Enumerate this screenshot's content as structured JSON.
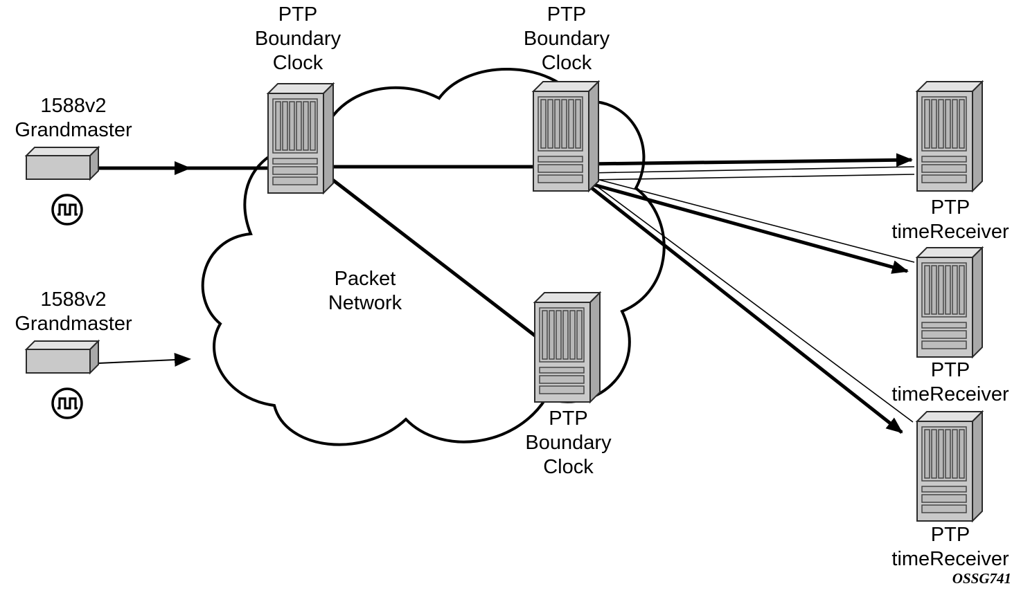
{
  "diagram": {
    "title": "PTP Boundary Clock topology",
    "labels": {
      "grandmaster_1": "1588v2\nGrandmaster",
      "grandmaster_2": "1588v2\nGrandmaster",
      "boundary_clock_top_left": "PTP\nBoundary\nClock",
      "boundary_clock_top_right": "PTP\nBoundary\nClock",
      "boundary_clock_bottom": "PTP\nBoundary\nClock",
      "packet_network": "Packet\nNetwork",
      "time_receiver_1": "PTP\ntimeReceiver",
      "time_receiver_2": "PTP\ntimeReceiver",
      "time_receiver_3": "PTP\ntimeReceiver",
      "figure_id": "OSSG741"
    },
    "icons": [
      "clock-signal-icon",
      "clock-signal-icon"
    ],
    "colors": {
      "line": "#000000",
      "device_front": "#c9c9c9",
      "device_top": "#e3e3e3",
      "device_side": "#a9a9a9",
      "slat_fill": "#b7b7b7",
      "background": "#ffffff"
    }
  }
}
